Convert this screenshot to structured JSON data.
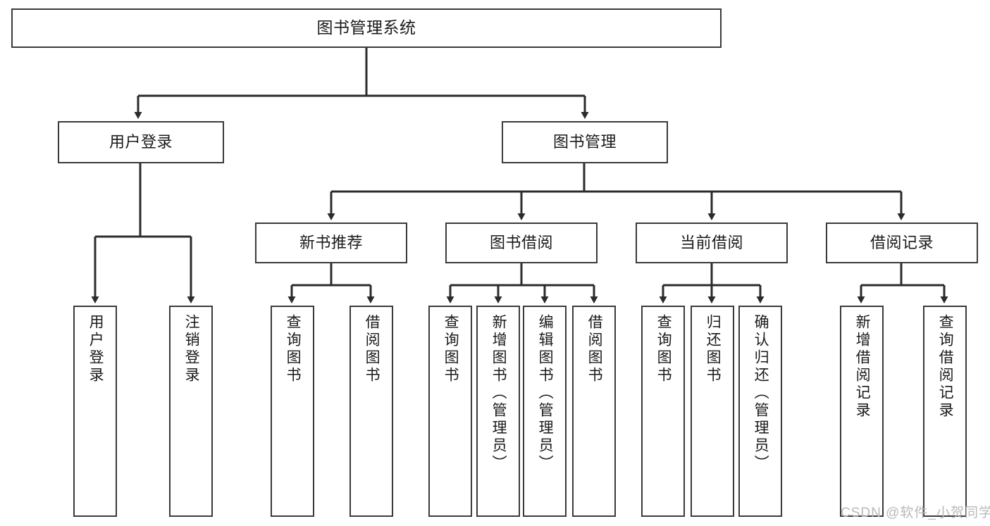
{
  "diagram": {
    "title": "图书管理系统",
    "type": "hierarchy-tree",
    "root": {
      "label": "图书管理系统"
    },
    "level2": [
      {
        "label": "用户登录"
      },
      {
        "label": "图书管理"
      }
    ],
    "level3": [
      {
        "label": "新书推荐"
      },
      {
        "label": "图书借阅"
      },
      {
        "label": "当前借阅"
      },
      {
        "label": "借阅记录"
      }
    ],
    "leaves": {
      "user_login": [
        {
          "label": "用户登录"
        },
        {
          "label": "注销登录"
        }
      ],
      "new_book_recommend": [
        {
          "label": "查询图书"
        },
        {
          "label": "借阅图书"
        }
      ],
      "book_borrow": [
        {
          "label": "查询图书"
        },
        {
          "label": "新增图书（管理员）"
        },
        {
          "label": "编辑图书（管理员）"
        },
        {
          "label": "借阅图书"
        }
      ],
      "current_borrow": [
        {
          "label": "查询图书"
        },
        {
          "label": "归还图书"
        },
        {
          "label": "确认归还（管理员）"
        }
      ],
      "borrow_record": [
        {
          "label": "新增借阅记录"
        },
        {
          "label": "查询借阅记录"
        }
      ]
    },
    "colors": {
      "box_border": "#3a3a3a",
      "box_fill": "#ffffff",
      "text": "#1a1a1a",
      "connector": "#2b2b2b",
      "watermark": "#b9b9b9"
    }
  },
  "watermark": {
    "text": "CSDN @软件_小贺同学"
  }
}
